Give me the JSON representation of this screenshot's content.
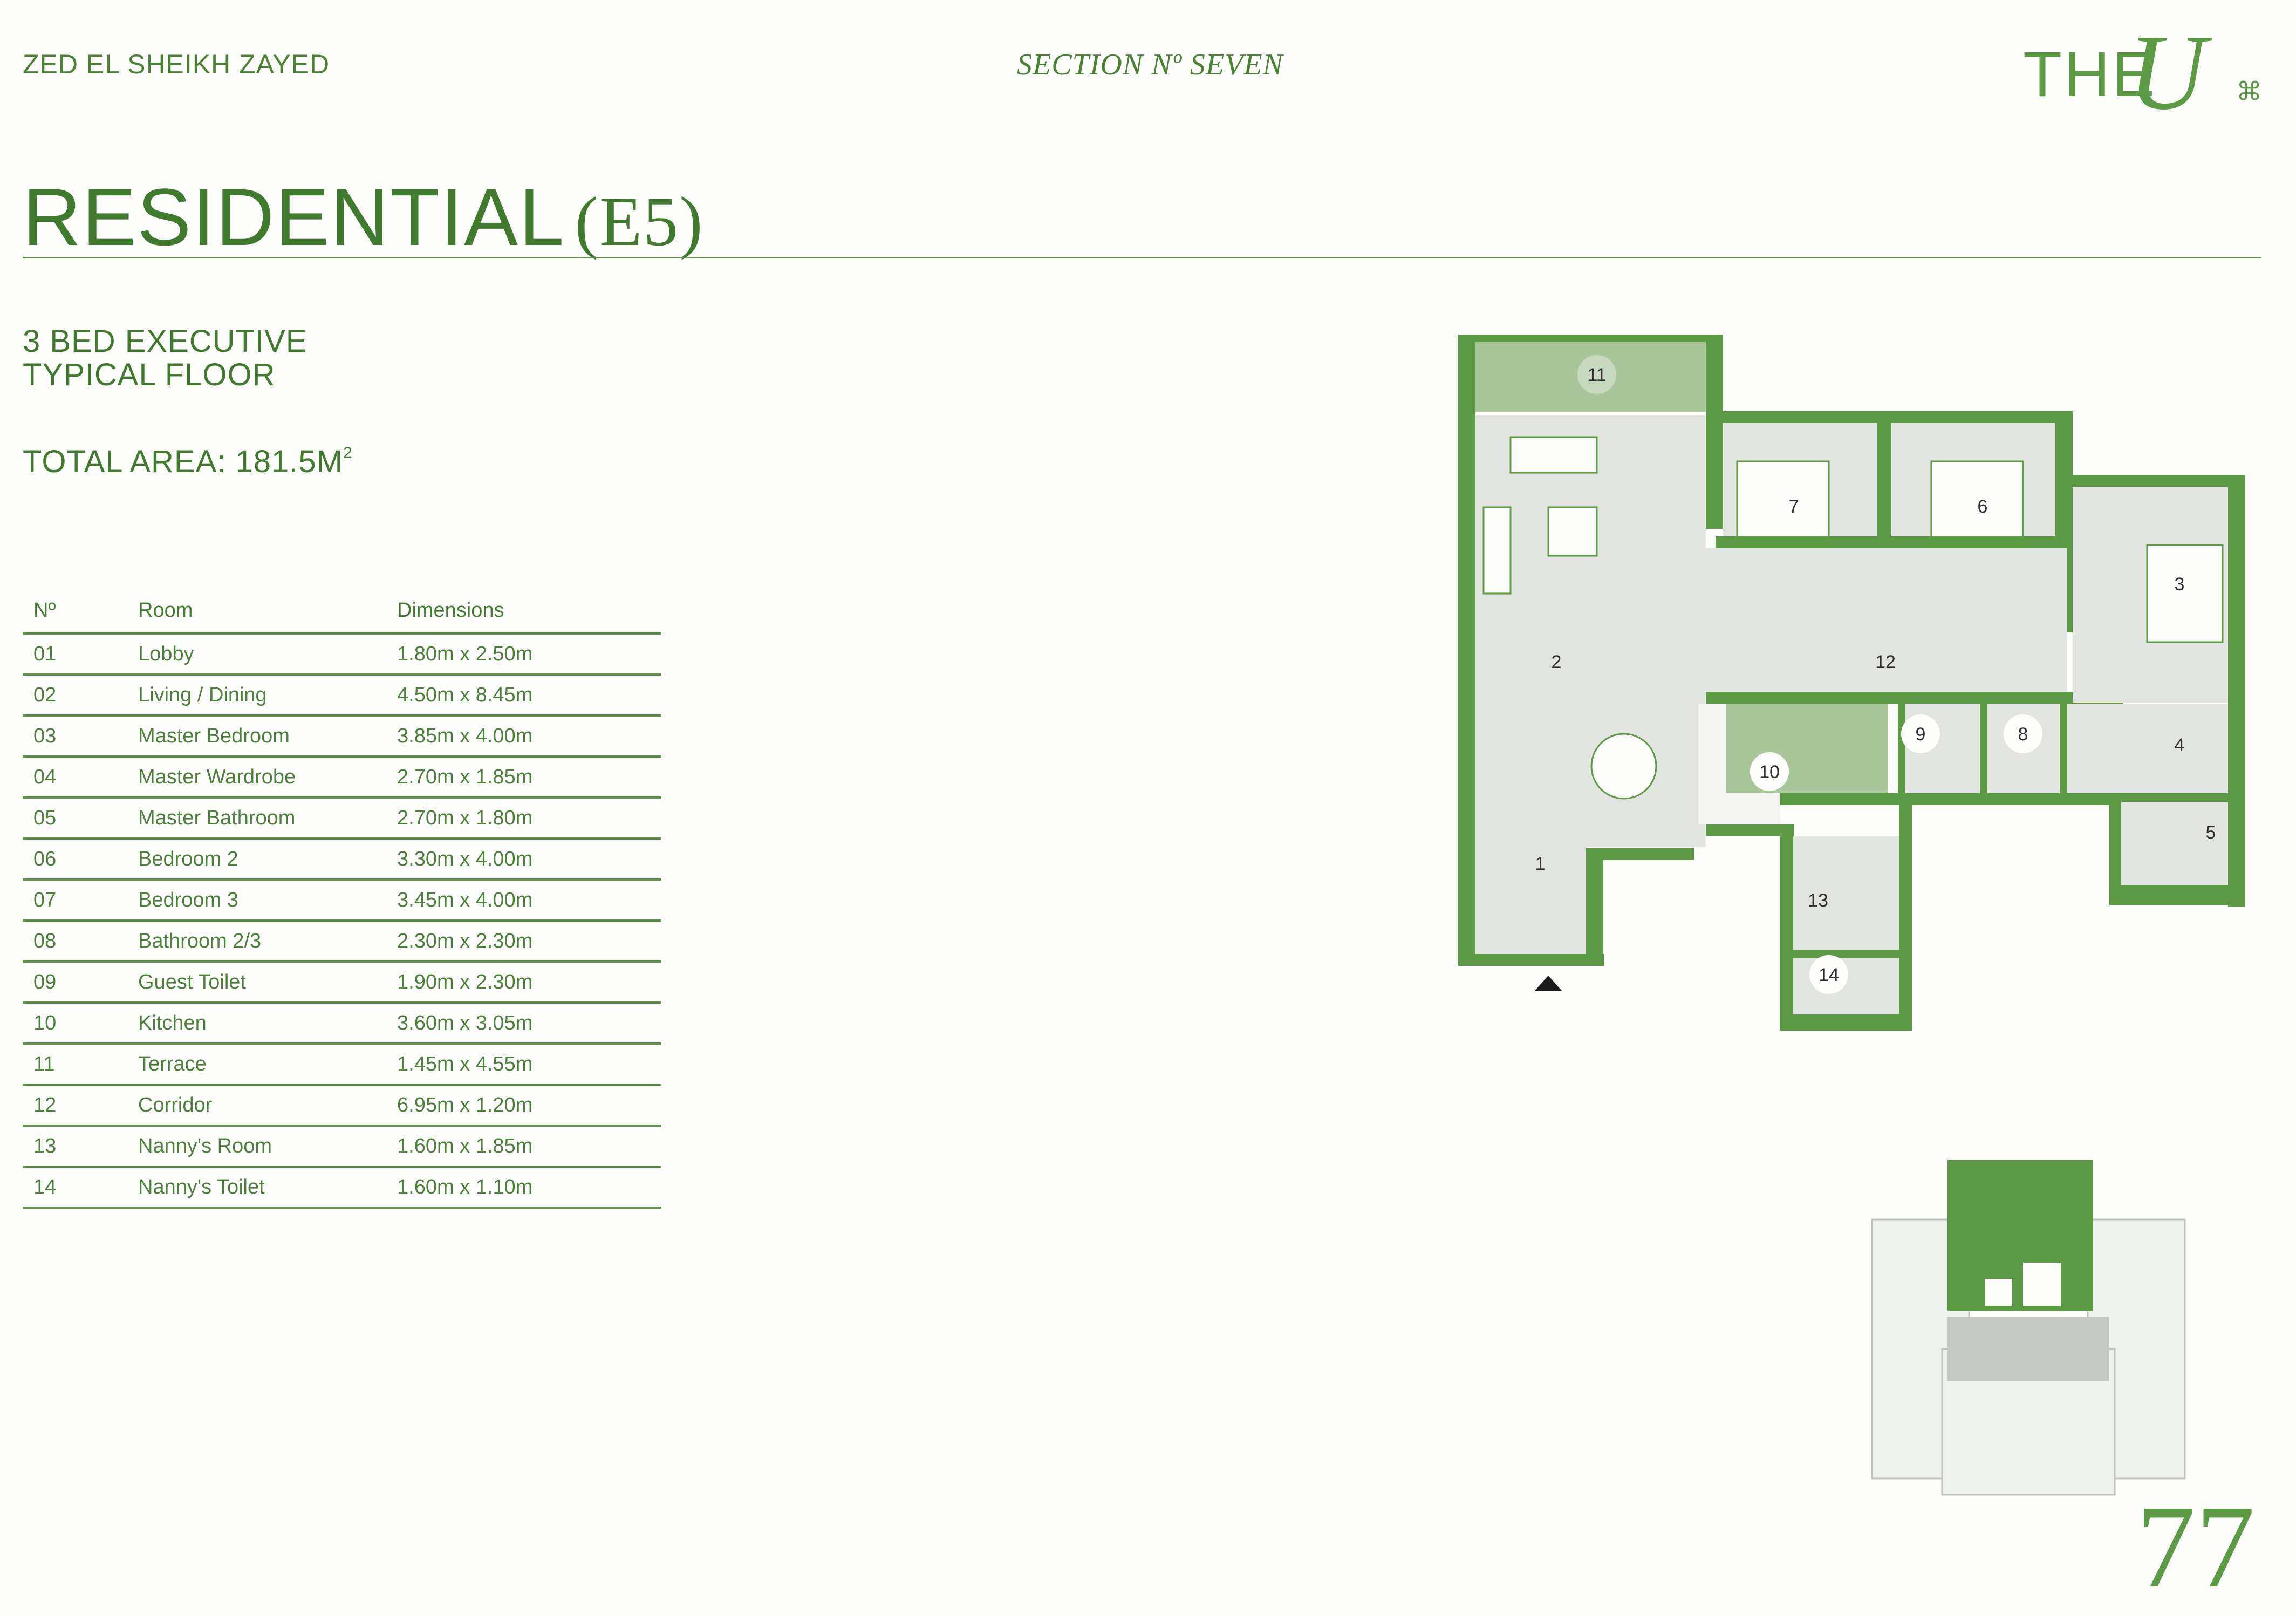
{
  "header": {
    "brand": "ZED EL SHEIKH ZAYED",
    "section": "SECTION Nº SEVEN",
    "logo": {
      "prefix": "THE",
      "letter": "U",
      "mark": "⌘"
    }
  },
  "title": {
    "main": "RESIDENTIAL",
    "code": "(E5)"
  },
  "unit": {
    "line1": "3 BED EXECUTIVE",
    "line2": "TYPICAL FLOOR"
  },
  "area": {
    "label": "TOTAL AREA: 181.5M",
    "superscript": "2"
  },
  "table": {
    "headers": [
      "Nº",
      "Room",
      "Dimensions"
    ],
    "rows": [
      [
        "01",
        "Lobby",
        "1.80m x 2.50m"
      ],
      [
        "02",
        "Living / Dining",
        "4.50m x 8.45m"
      ],
      [
        "03",
        "Master Bedroom",
        "3.85m x 4.00m"
      ],
      [
        "04",
        "Master Wardrobe",
        "2.70m x 1.85m"
      ],
      [
        "05",
        "Master Bathroom",
        "2.70m x 1.80m"
      ],
      [
        "06",
        "Bedroom 2",
        "3.30m x 4.00m"
      ],
      [
        "07",
        "Bedroom 3",
        "3.45m x 4.00m"
      ],
      [
        "08",
        "Bathroom 2/3",
        "2.30m x 2.30m"
      ],
      [
        "09",
        "Guest Toilet",
        "1.90m x 2.30m"
      ],
      [
        "10",
        "Kitchen",
        "3.60m x 3.05m"
      ],
      [
        "11",
        "Terrace",
        "1.45m x 4.55m"
      ],
      [
        "12",
        "Corridor",
        "6.95m x 1.20m"
      ],
      [
        "13",
        "Nanny's Room",
        "1.60m x 1.85m"
      ],
      [
        "14",
        "Nanny's Toilet",
        "1.60m x 1.10m"
      ]
    ]
  },
  "plan_labels": {
    "l1": "1",
    "l2": "2",
    "l3": "3",
    "l4": "4",
    "l5": "5",
    "l6": "6",
    "l7": "7",
    "l8": "8",
    "l9": "9",
    "l10": "10",
    "l11": "11",
    "l12": "12",
    "l13": "13",
    "l14": "14"
  },
  "colors": {
    "green": "#3f7a2e",
    "wall": "#5c9a45",
    "floor": "#e2e5df"
  },
  "page_number": "77"
}
